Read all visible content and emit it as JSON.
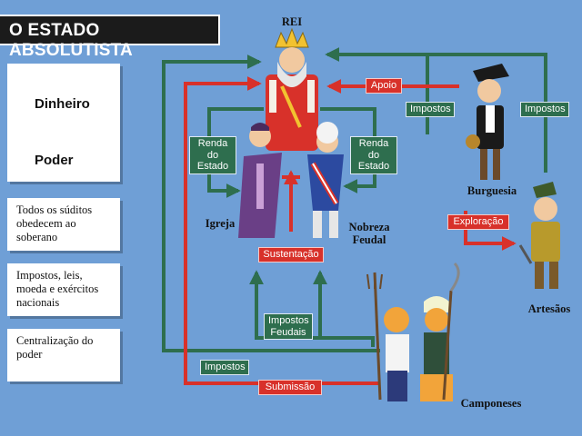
{
  "title": "O ESTADO ABSOLUTISTA",
  "legend": {
    "money": "Dinheiro",
    "power": "Poder",
    "money_color": "#2e6e4e",
    "power_color": "#d8312a"
  },
  "notes": [
    "Todos os súditos obedecem ao soberano",
    "Impostos, leis, moeda e exércitos nacionais",
    "Centralização do poder"
  ],
  "actors": {
    "king": "REI",
    "church": "Igreja",
    "nobility_line1": "Nobreza",
    "nobility_line2": "Feudal",
    "bourgeoisie": "Burguesia",
    "artisans": "Artesãos",
    "peasants": "Camponeses"
  },
  "tags": {
    "support": "Apoio",
    "taxes_left": "Impostos",
    "taxes_right": "Impostos",
    "income_left_1": "Renda do",
    "income_left_2": "Estado",
    "income_right_1": "Renda do",
    "income_right_2": "Estado",
    "exploitation": "Exploração",
    "sustenance": "Sustentação",
    "feudal_taxes_1": "Impostos",
    "feudal_taxes_2": "Feudais",
    "taxes_bottom": "Impostos",
    "submission": "Submissão"
  }
}
